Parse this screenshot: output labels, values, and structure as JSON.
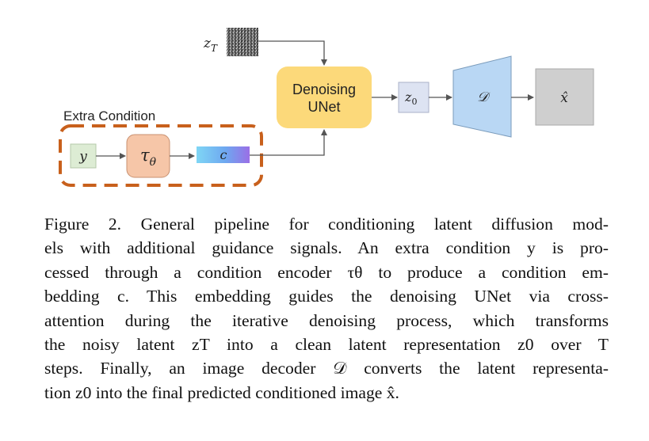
{
  "diagram": {
    "noise_label": "z",
    "noise_label_sub": "T",
    "denoiser_line1": "Denoising",
    "denoiser_line2": "UNet",
    "z0_label": "z",
    "z0_sub": "0",
    "decoder_label": "𝒟",
    "output_label": "x̂",
    "extra_condition_label": "Extra Condition",
    "y_label": "y",
    "tau_label": "τ",
    "tau_sub": "θ",
    "c_label": "c"
  },
  "caption": {
    "lines": [
      "Figure 2. General pipeline for conditioning latent diffusion mod-",
      "els with additional guidance signals. An extra condition y is pro-",
      "cessed through a condition encoder τθ to produce a condition em-",
      "bedding c. This embedding guides the denoising UNet via cross-",
      "attention during the iterative denoising process, which transforms",
      "the noisy latent zT into a clean latent representation z0 over T",
      "steps. Finally, an image decoder 𝒟 converts the latent representa-",
      "tion z0 into the final predicted conditioned image x̂."
    ]
  },
  "colors": {
    "unet": "#fcd97a",
    "z0_box": "#dde3f2",
    "decoder": "#b9d7f4",
    "output": "#cfcfcf",
    "y_box": "#ddecd4",
    "tau_box": "#f6c6a8",
    "condition_border": "#c8601c"
  }
}
